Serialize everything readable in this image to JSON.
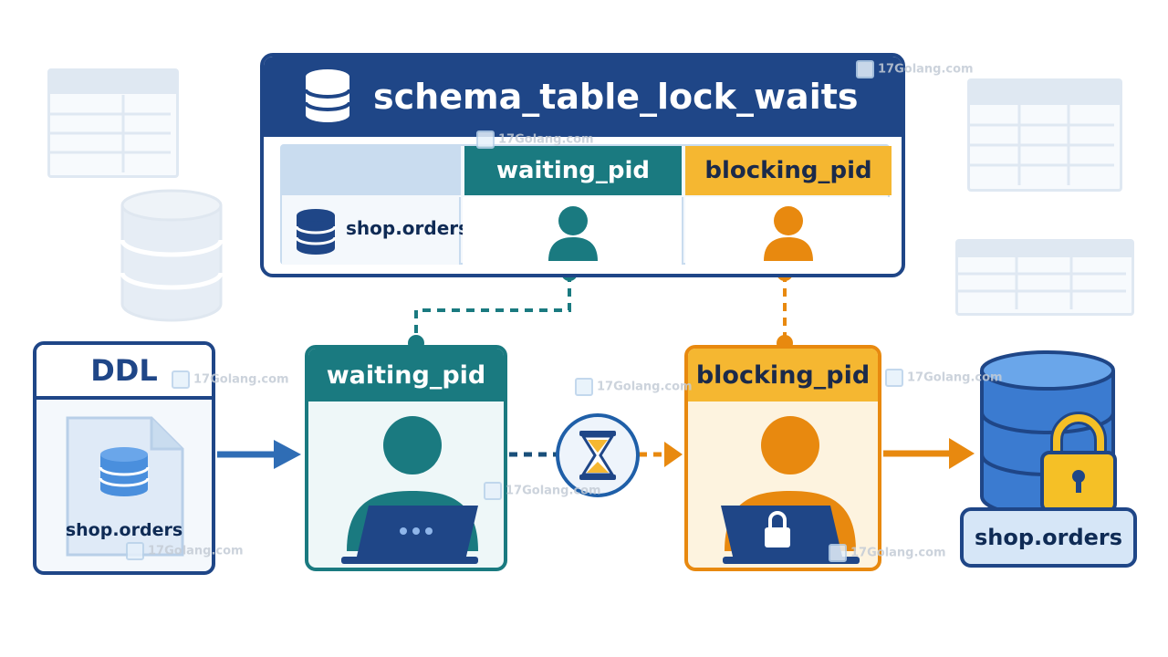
{
  "main_table": {
    "title": "schema_table_lock_waits",
    "row_object": "shop.orders",
    "col_waiting": "waiting_pid",
    "col_blocking": "blocking_pid"
  },
  "ddl_card": {
    "title": "DDL",
    "object": "shop.orders"
  },
  "waiting_card": {
    "title": "waiting_pid"
  },
  "blocking_card": {
    "title": "blocking_pid"
  },
  "target_db": {
    "label": "shop.orders"
  },
  "watermark": {
    "text": "17Golang.com"
  },
  "colors": {
    "navy": "#1f4687",
    "teal": "#1a7a80",
    "orange": "#e8890f",
    "amber": "#f5b731",
    "blue": "#2f6db5",
    "light_blue": "#c9dcef"
  }
}
